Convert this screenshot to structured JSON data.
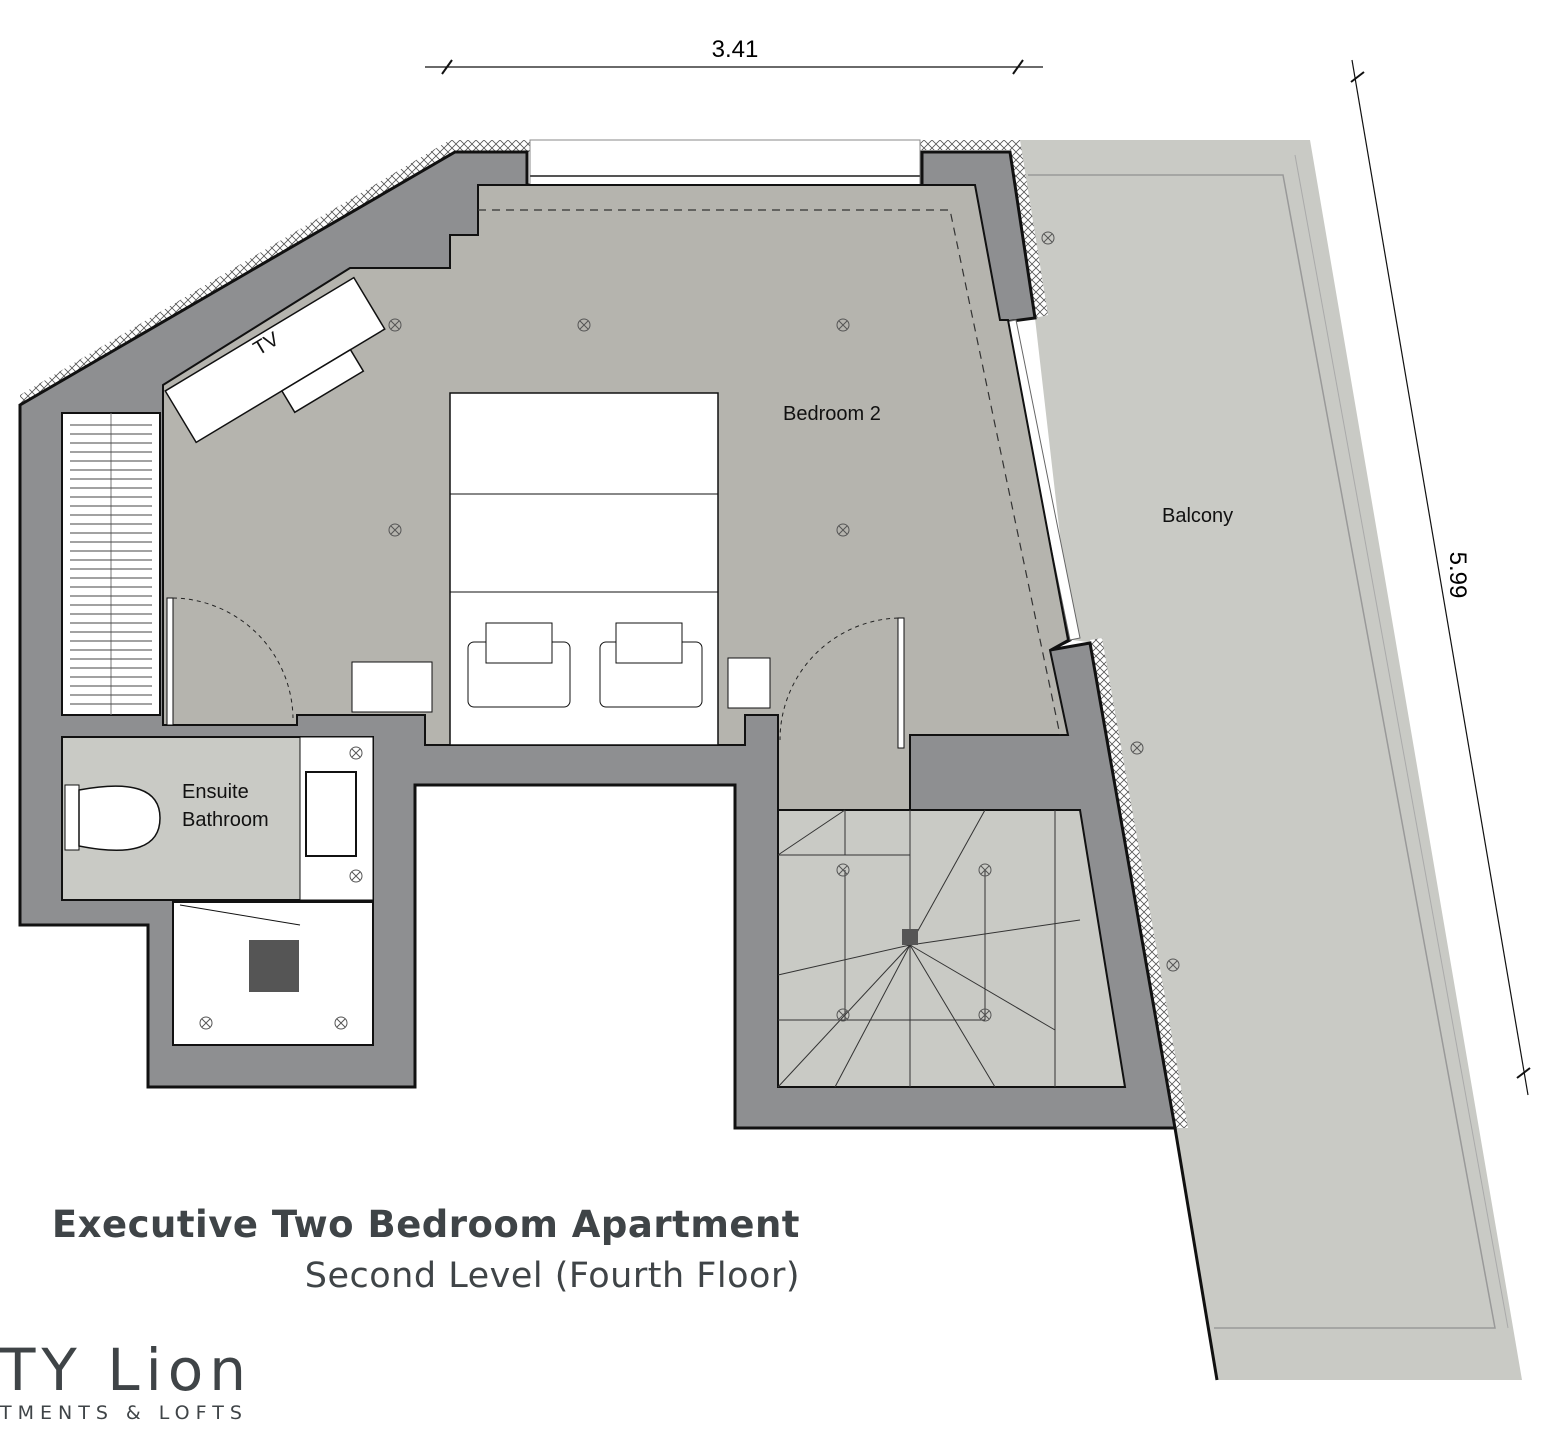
{
  "plan": {
    "rooms": {
      "bedroom": "Bedroom 2",
      "balcony": "Balcony",
      "bathroom_line1": "Ensuite",
      "bathroom_line2": "Bathroom",
      "tv": "TV"
    },
    "dimensions": {
      "width": "3.41",
      "length": "5.99"
    }
  },
  "caption": {
    "title": "Executive Two Bedroom Apartment",
    "subtitle": "Second Level (Fourth Floor)"
  },
  "logo": {
    "name": "TY Lion",
    "tagline": "TMENTS & LOFTS"
  },
  "colors": {
    "wall": "#8e8f91",
    "bedroom_floor": "#b5b4ae",
    "bathroom_floor": "#c9cac5",
    "balcony_floor": "#c9cac5",
    "text": "#3f4447"
  }
}
